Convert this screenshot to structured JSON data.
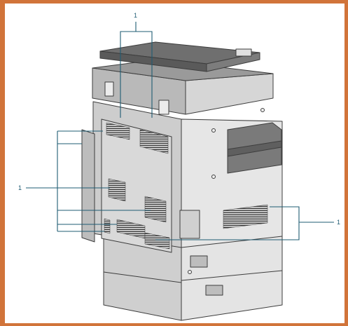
{
  "figure": {
    "callouts": {
      "top": "1",
      "left": "1",
      "right": "1"
    },
    "colors": {
      "frame": "#d1743a",
      "leader": "#1f5c73",
      "body_light": "#dedede",
      "body_mid": "#c9c9c9",
      "body_dark": "#8f8f8f",
      "vent": "#3a3a3a",
      "outline": "#3d3d3d"
    }
  }
}
